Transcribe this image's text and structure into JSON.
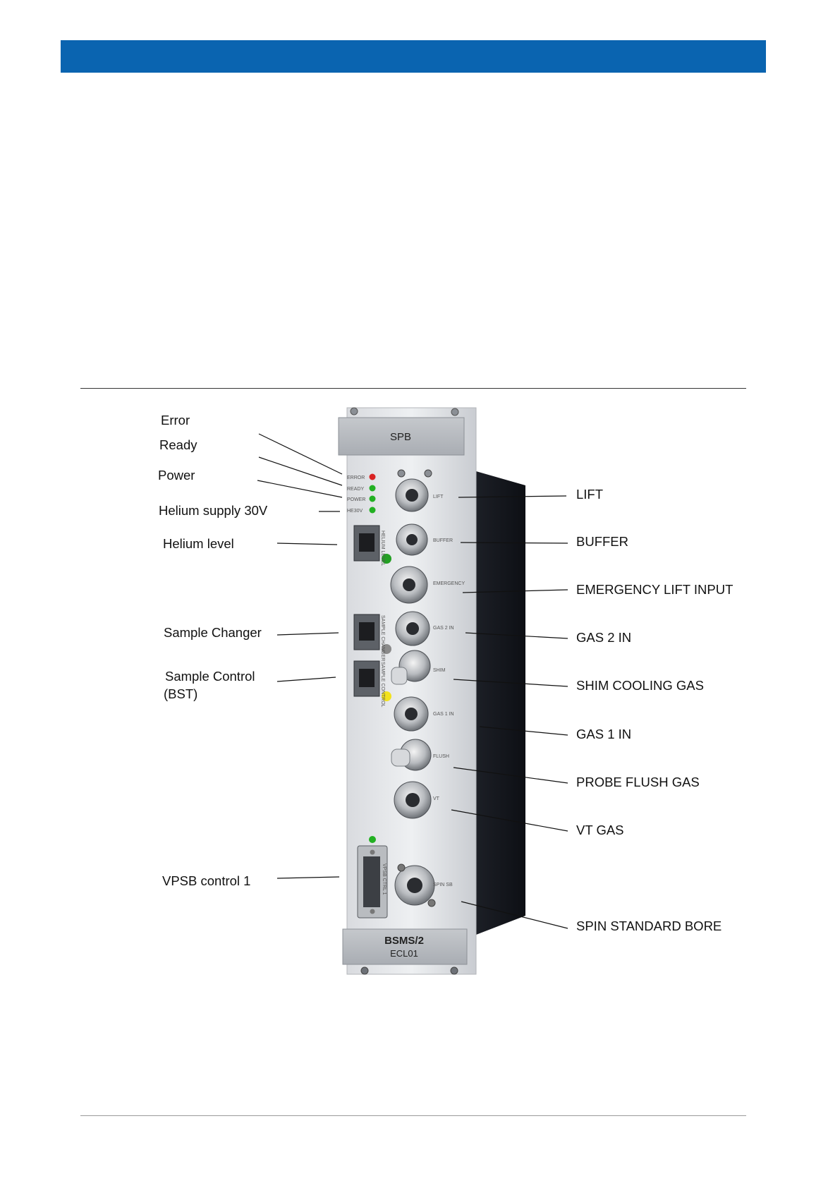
{
  "header": {
    "color": "#0a64b0"
  },
  "module": {
    "top_label": "SPB",
    "bottom_label_1": "BSMS/2",
    "bottom_label_2": "ECL01",
    "led_labels": [
      "ERROR",
      "READY",
      "POWER",
      "HE30V"
    ],
    "port_labels": [
      "LIFT",
      "BUFFER",
      "EMERGENCY",
      "GAS 2 IN",
      "SHIM",
      "GAS 1 IN",
      "FLUSH",
      "VT",
      "SPIN SB"
    ],
    "socket_labels": [
      "HELIUM LEVEL",
      "SAMPLE CHANGER",
      "SAMPLE CONTROL",
      "VPSB CTRL 1"
    ]
  },
  "callouts_left": [
    {
      "text": "Error"
    },
    {
      "text": "Ready"
    },
    {
      "text": "Power"
    },
    {
      "text": "Helium supply 30V"
    },
    {
      "text": "Helium level"
    },
    {
      "text": "Sample Changer"
    },
    {
      "text": "Sample Control"
    },
    {
      "text": "(BST)"
    },
    {
      "text": "VPSB control 1"
    }
  ],
  "callouts_right": [
    {
      "text": "LIFT"
    },
    {
      "text": "BUFFER"
    },
    {
      "text": "EMERGENCY LIFT INPUT"
    },
    {
      "text": "GAS 2 IN"
    },
    {
      "text": "SHIM COOLING GAS"
    },
    {
      "text": "GAS 1 IN"
    },
    {
      "text": "PROBE FLUSH GAS"
    },
    {
      "text": "VT GAS"
    },
    {
      "text": "SPIN STANDARD BORE"
    }
  ],
  "led_colors": {
    "error": "#d92323",
    "ok": "#22b022",
    "yellow": "#f2e21c",
    "gray": "#8a8a8a"
  }
}
